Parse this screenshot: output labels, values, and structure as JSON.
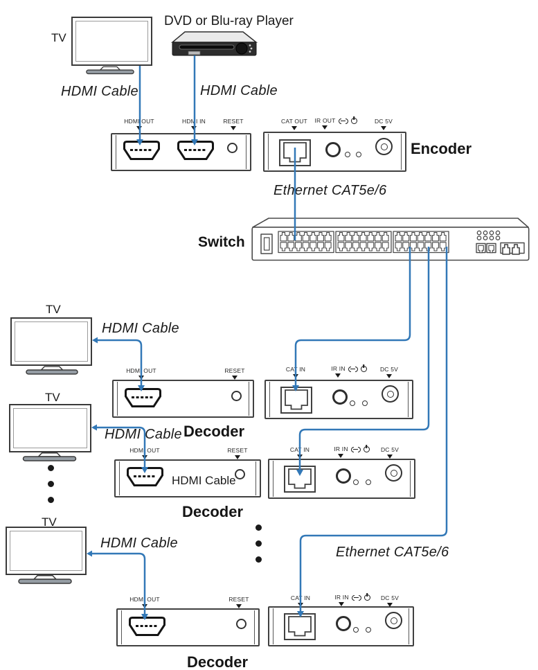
{
  "labels": {
    "tv": "TV",
    "dvd_player": "DVD or Blu-ray Player",
    "hdmi_cable": "HDMI Cable",
    "ethernet_cable": "Ethernet CAT5e/6",
    "encoder": "Encoder",
    "switch": "Switch",
    "decoder": "Decoder"
  },
  "port_labels": {
    "hdmi_out": "HDMI OUT",
    "hdmi_in": "HDMI IN",
    "reset": "RESET",
    "cat_out": "CAT OUT",
    "cat_in": "CAT IN",
    "ir_out": "IR OUT",
    "ir_in": "IR IN",
    "dc_5v": "DC 5V"
  },
  "colors": {
    "cable_blue": "#3278b7",
    "device_outline": "#404040",
    "text": "#1a1a1a"
  }
}
